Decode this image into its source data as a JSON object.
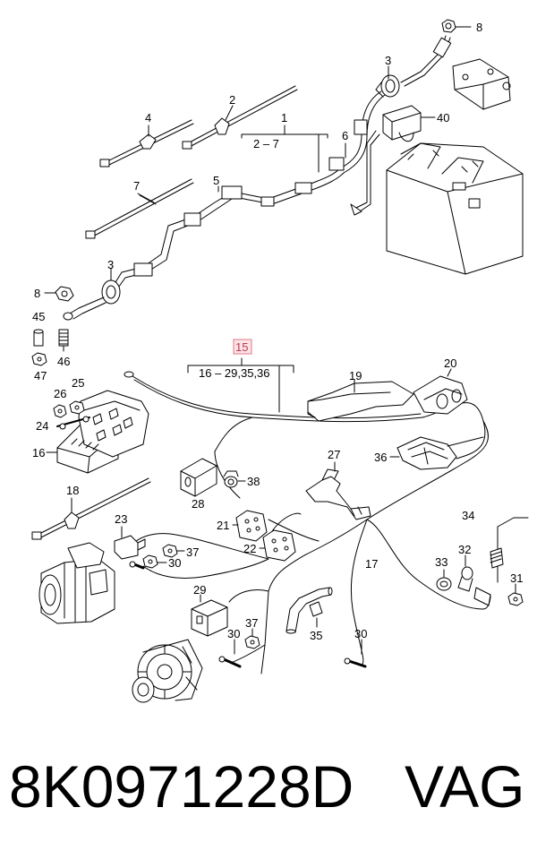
{
  "callouts": {
    "c1": "1",
    "c2": "2",
    "c3a": "3",
    "c3b": "3",
    "c4": "4",
    "c5": "5",
    "c6": "6",
    "c7": "7",
    "c8a": "8",
    "c8b": "8",
    "c15": "15",
    "c16": "16",
    "c17": "17",
    "c18": "18",
    "c19": "19",
    "c20": "20",
    "c21": "21",
    "c22": "22",
    "c23": "23",
    "c24": "24",
    "c25": "25",
    "c26": "26",
    "c27": "27",
    "c28": "28",
    "c29": "29",
    "c30a": "30",
    "c30b": "30",
    "c30c": "30",
    "c31": "31",
    "c32": "32",
    "c33": "33",
    "c34": "34",
    "c35": "35",
    "c36": "36",
    "c37a": "37",
    "c37b": "37",
    "c38": "38",
    "c40": "40",
    "c45": "45",
    "c46": "46",
    "c47": "47"
  },
  "ranges": {
    "r1": "2 – 7",
    "r15": "16 – 29,35,36"
  },
  "colors": {
    "line": "#000000",
    "highlight_fill": "#fbe3e6",
    "highlight_border": "#e07a8a"
  },
  "footer": {
    "part_number": "8K0971228D",
    "brand": "VAG"
  }
}
